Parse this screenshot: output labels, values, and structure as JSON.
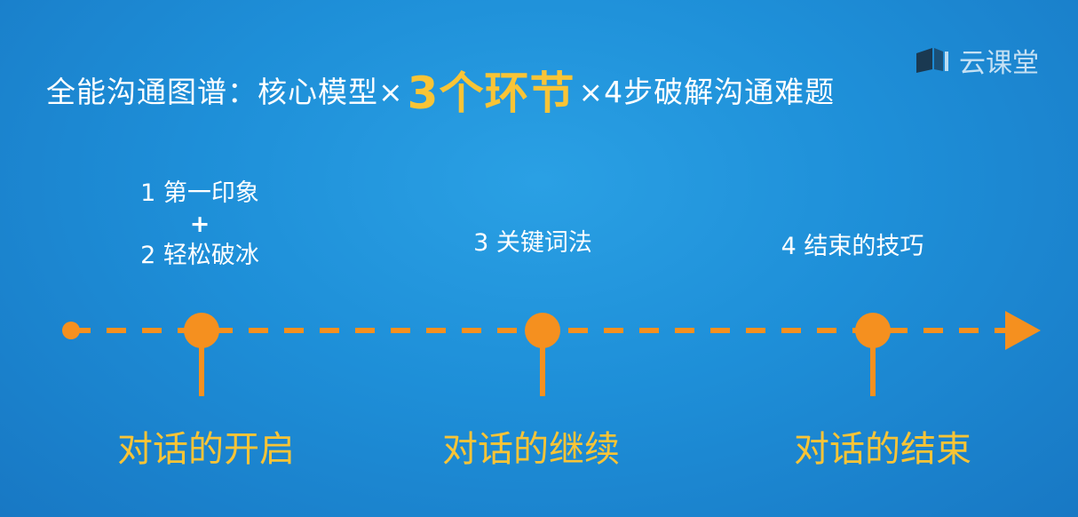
{
  "watermark": {
    "brand": "云课堂",
    "logo_icon": "book-icon"
  },
  "headline": {
    "part1": "全能沟通图谱：核心模型×",
    "highlight": "3个环节",
    "part2": "×4步破解沟通难题"
  },
  "steps": [
    {
      "line1": "1 第一印象",
      "plus": "+",
      "line2": "2 轻松破冰"
    },
    {
      "text": "3 关键词法"
    },
    {
      "text": "4 结束的技巧"
    }
  ],
  "stages": [
    {
      "label": "对话的开启"
    },
    {
      "label": "对话的继续"
    },
    {
      "label": "对话的结束"
    }
  ],
  "colors": {
    "background": "#1e8fd8",
    "accent": "#f5901f",
    "highlight": "#f9c436",
    "text": "#ffffff"
  }
}
